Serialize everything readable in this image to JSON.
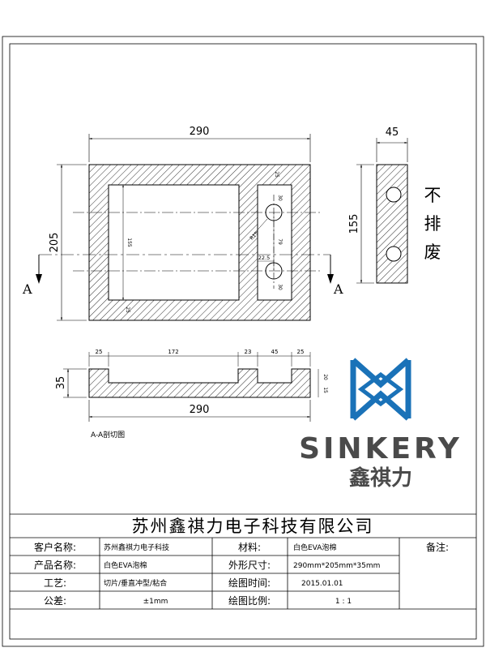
{
  "drawing": {
    "top_view": {
      "width_dim": "290",
      "height_dim": "205",
      "inner_height_dim": "155",
      "frame_dim": "25",
      "hole_dia_top": "30",
      "hole_dia_bottom": "30",
      "hole_spacing": "79",
      "hole_offset": "22.5",
      "radius_label": "R15",
      "section_marker_left": "A",
      "section_marker_right": "A"
    },
    "side_view": {
      "width_dim": "45",
      "height_dim": "155",
      "note_chars": [
        "不",
        "排",
        "废"
      ]
    },
    "section_view": {
      "seg_dims": [
        "25",
        "172",
        "23",
        "45",
        "25"
      ],
      "height_dim": "35",
      "depth_dim": "20",
      "bottom_thick": "15",
      "total_dim": "290",
      "caption": "A-A剖切图"
    }
  },
  "logo": {
    "brand": "SINKERY",
    "chinese": "鑫祺力",
    "colors": {
      "mark": "#1a72b8",
      "text": "#4a4a4a"
    }
  },
  "title_block": {
    "company": "苏州鑫祺力电子科技有限公司",
    "rows": [
      {
        "label": "客户名称:",
        "value": "苏州鑫祺力电子科技",
        "label2": "材料:",
        "value2": "白色EVA泡棉"
      },
      {
        "label": "产品名称:",
        "value": "白色EVA泡棉",
        "label2": "外形尺寸:",
        "value2": "290mm*205mm*35mm"
      },
      {
        "label": "工艺:",
        "value": "切片/垂直冲型/粘合",
        "label2": "绘图时间:",
        "value2": "2015.01.01"
      },
      {
        "label": "公差:",
        "value": "±1mm",
        "label2": "绘图比例:",
        "value2": "1 : 1"
      }
    ],
    "remarks_label": "备注:"
  }
}
